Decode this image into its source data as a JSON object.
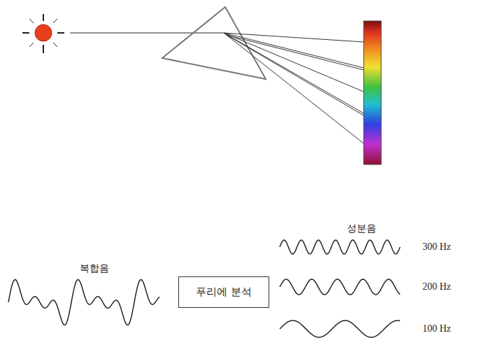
{
  "diagram": {
    "nodes": [
      {
        "text": [
          "푸리에 분석"
        ]
      }
    ],
    "labels": [
      "복합음",
      "성분음",
      "300 Hz",
      "200 Hz",
      "100 Hz"
    ]
  }
}
